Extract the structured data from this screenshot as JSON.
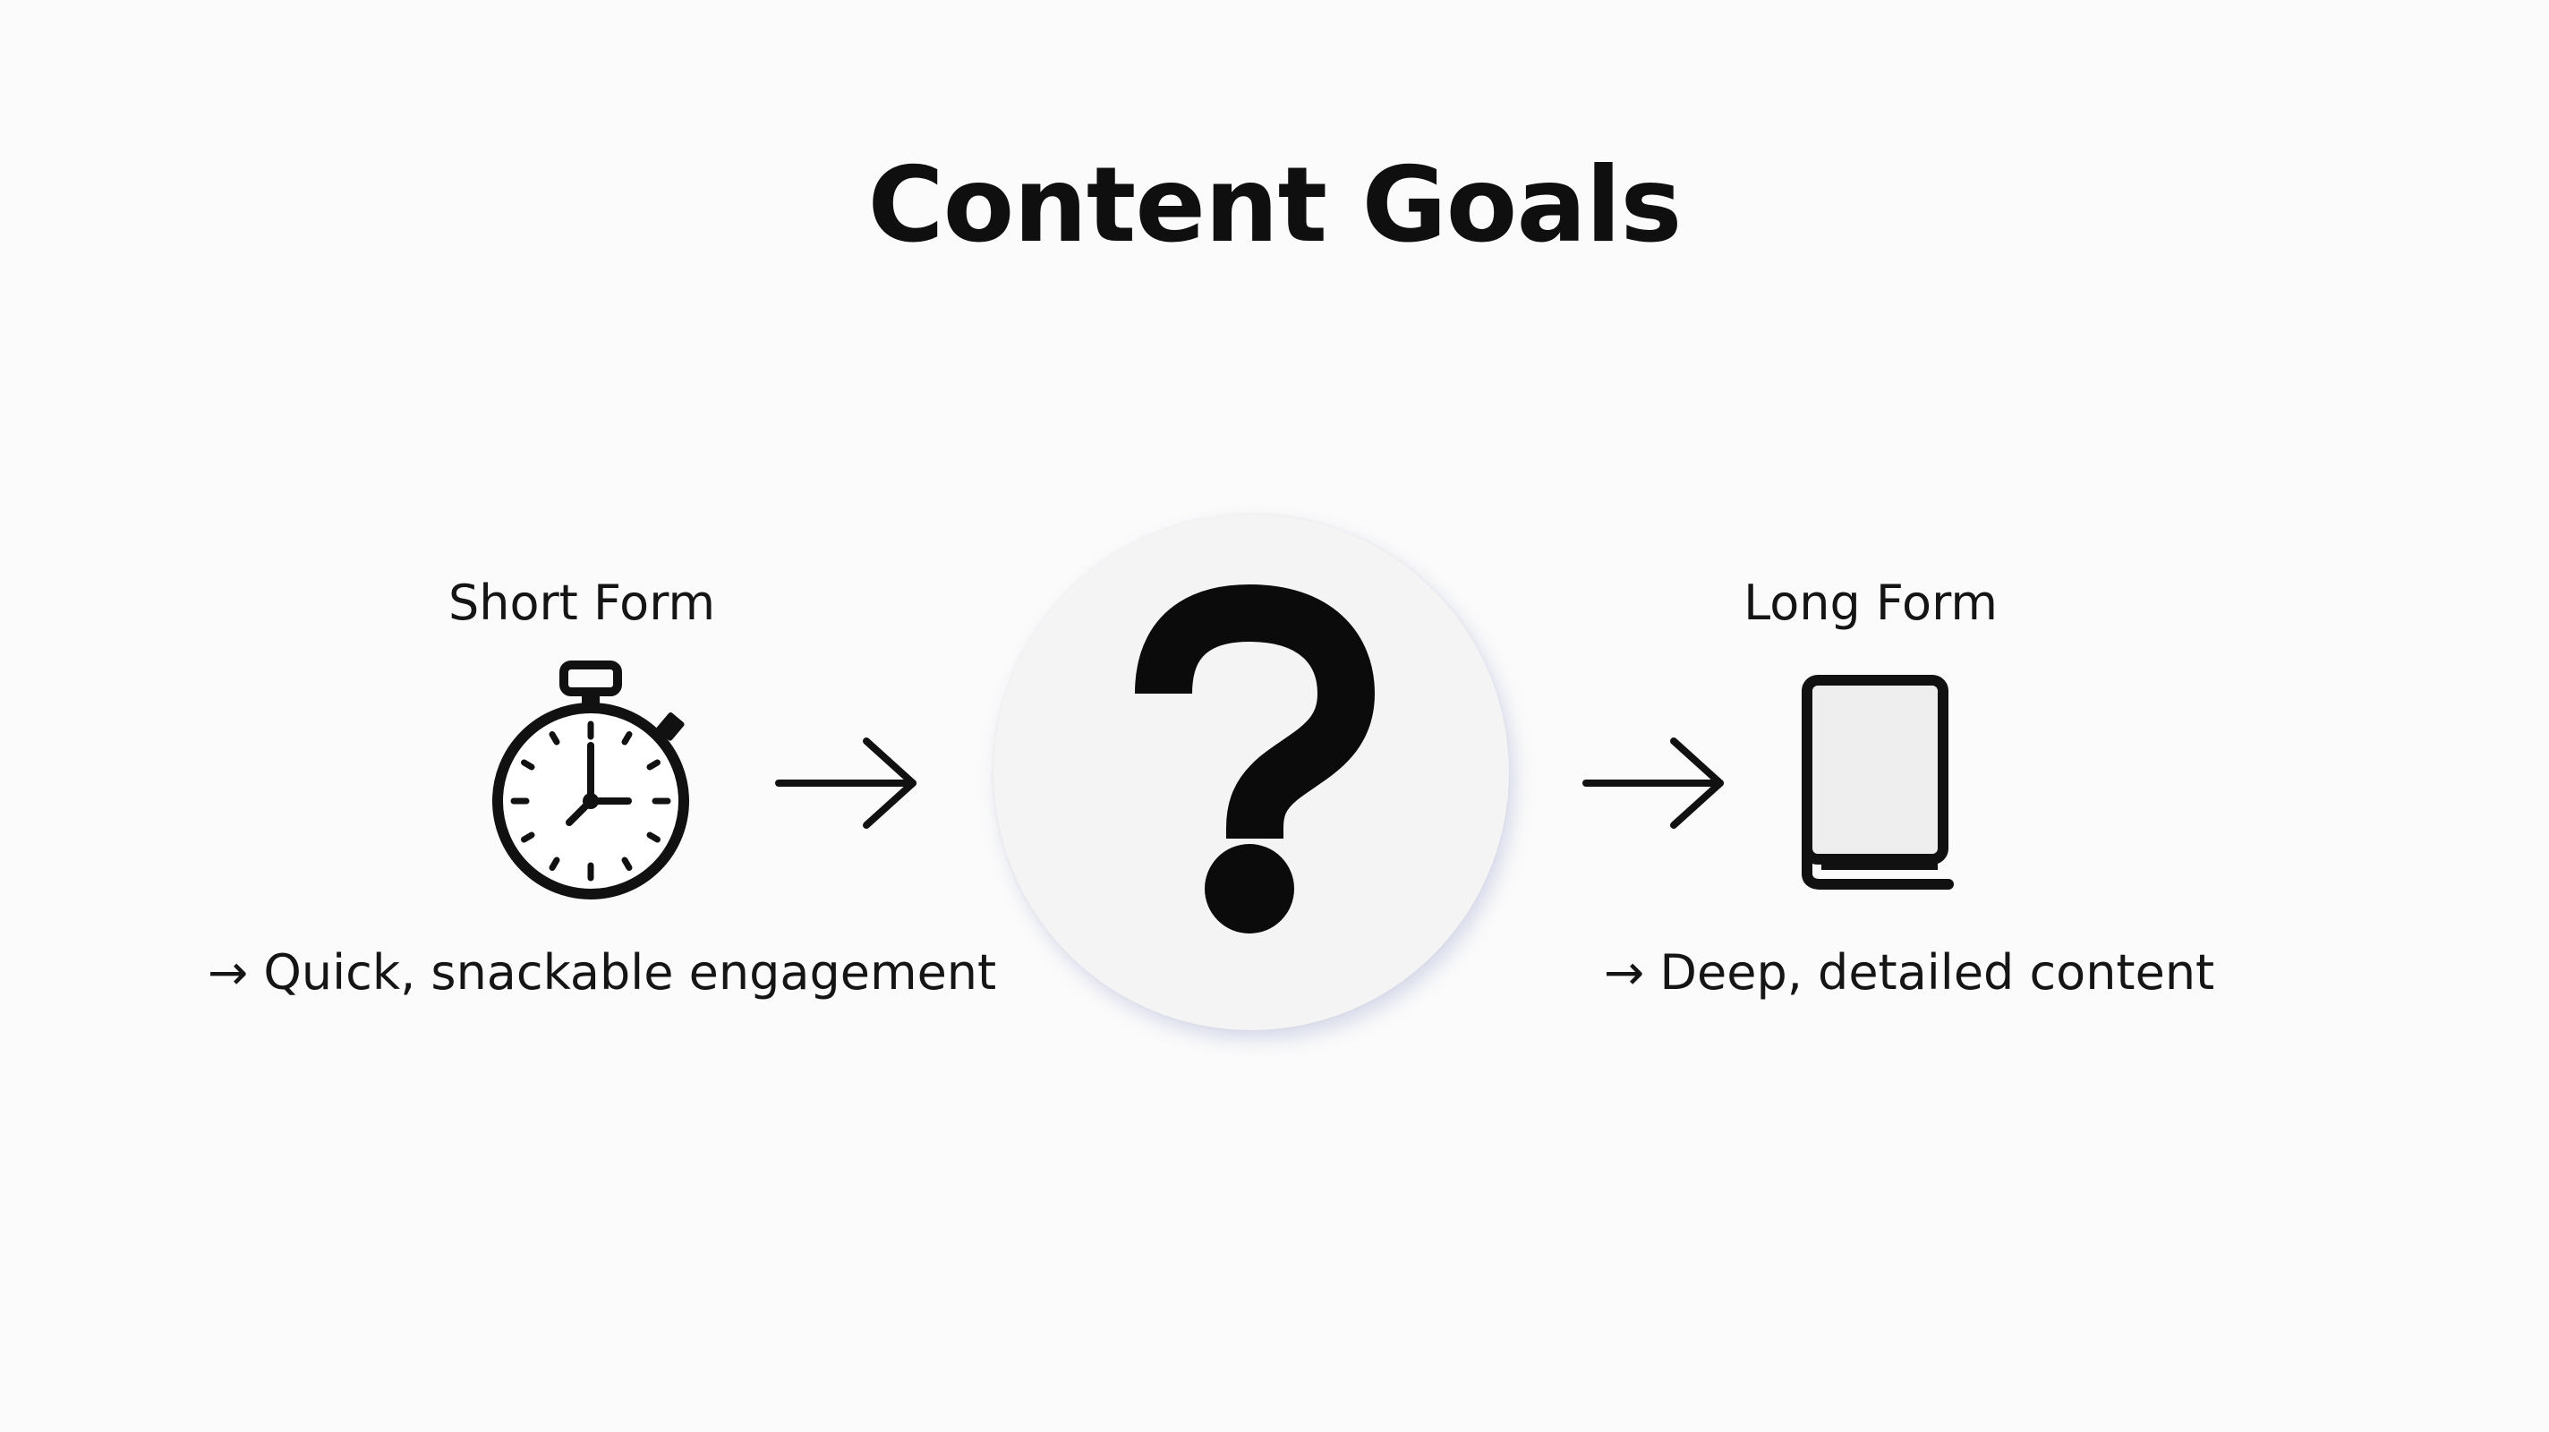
{
  "title": "Content Goals",
  "left": {
    "label": "Short Form",
    "icon": "stopwatch-icon",
    "description": "→ Quick, snackable engagement"
  },
  "center": {
    "icon": "question-mark-icon"
  },
  "right": {
    "label": "Long Form",
    "icon": "book-icon",
    "description": "→ Deep, detailed content"
  },
  "colors": {
    "background": "#fbfbfb",
    "ink": "#111111",
    "circle": "#f4f4f5",
    "circle_shadow": "#8a90c8"
  }
}
